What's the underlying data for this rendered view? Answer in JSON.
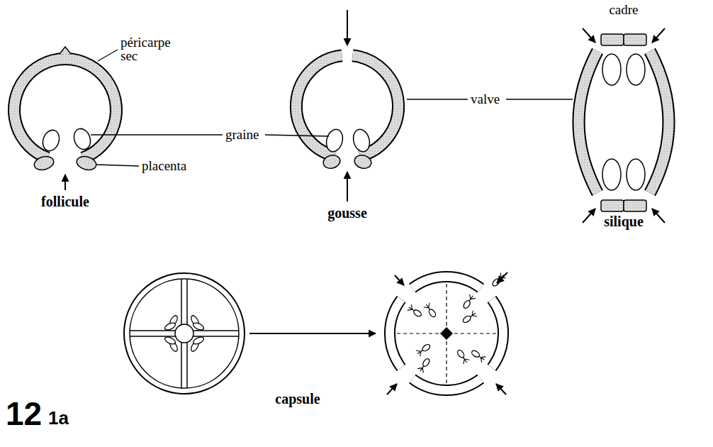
{
  "diagram": {
    "labels": [
      "péricarpe sec",
      "graine",
      "placenta",
      "follicule",
      "valve",
      "gousse",
      "cadre",
      "silique",
      "capsule",
      "12",
      "1a"
    ]
  }
}
